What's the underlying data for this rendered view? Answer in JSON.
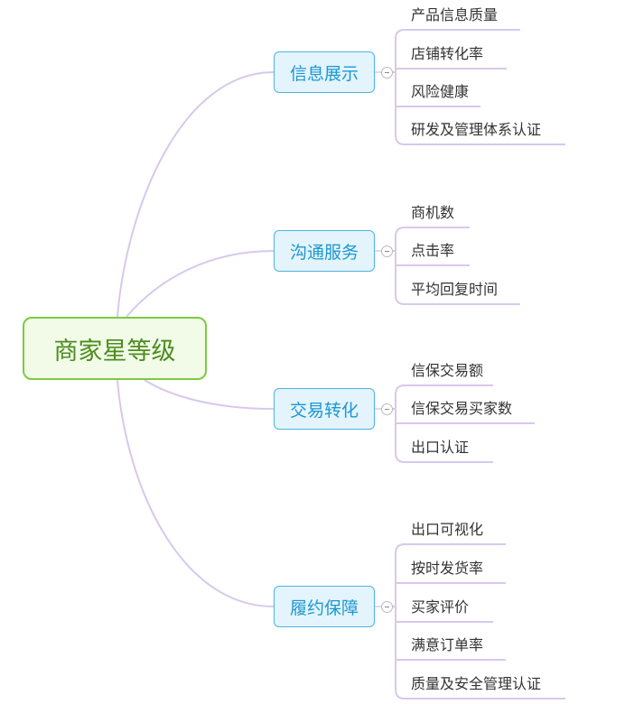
{
  "root": {
    "label": "商家星等级"
  },
  "branches": [
    {
      "label": "信息展示",
      "children": [
        "产品信息质量",
        "店铺转化率",
        "风险健康",
        "研发及管理体系认证"
      ]
    },
    {
      "label": "沟通服务",
      "children": [
        "商机数",
        "点击率",
        "平均回复时间"
      ]
    },
    {
      "label": "交易转化",
      "children": [
        "信保交易额",
        "信保交易买家数",
        "出口认证"
      ]
    },
    {
      "label": "履约保障",
      "children": [
        "出口可视化",
        "按时发货率",
        "买家评价",
        "满意订单率",
        "质量及安全管理认证"
      ]
    }
  ],
  "colors": {
    "root_border": "#7ccb3f",
    "branch_border": "#4fb3e0",
    "connector": "#d8c8ec"
  }
}
